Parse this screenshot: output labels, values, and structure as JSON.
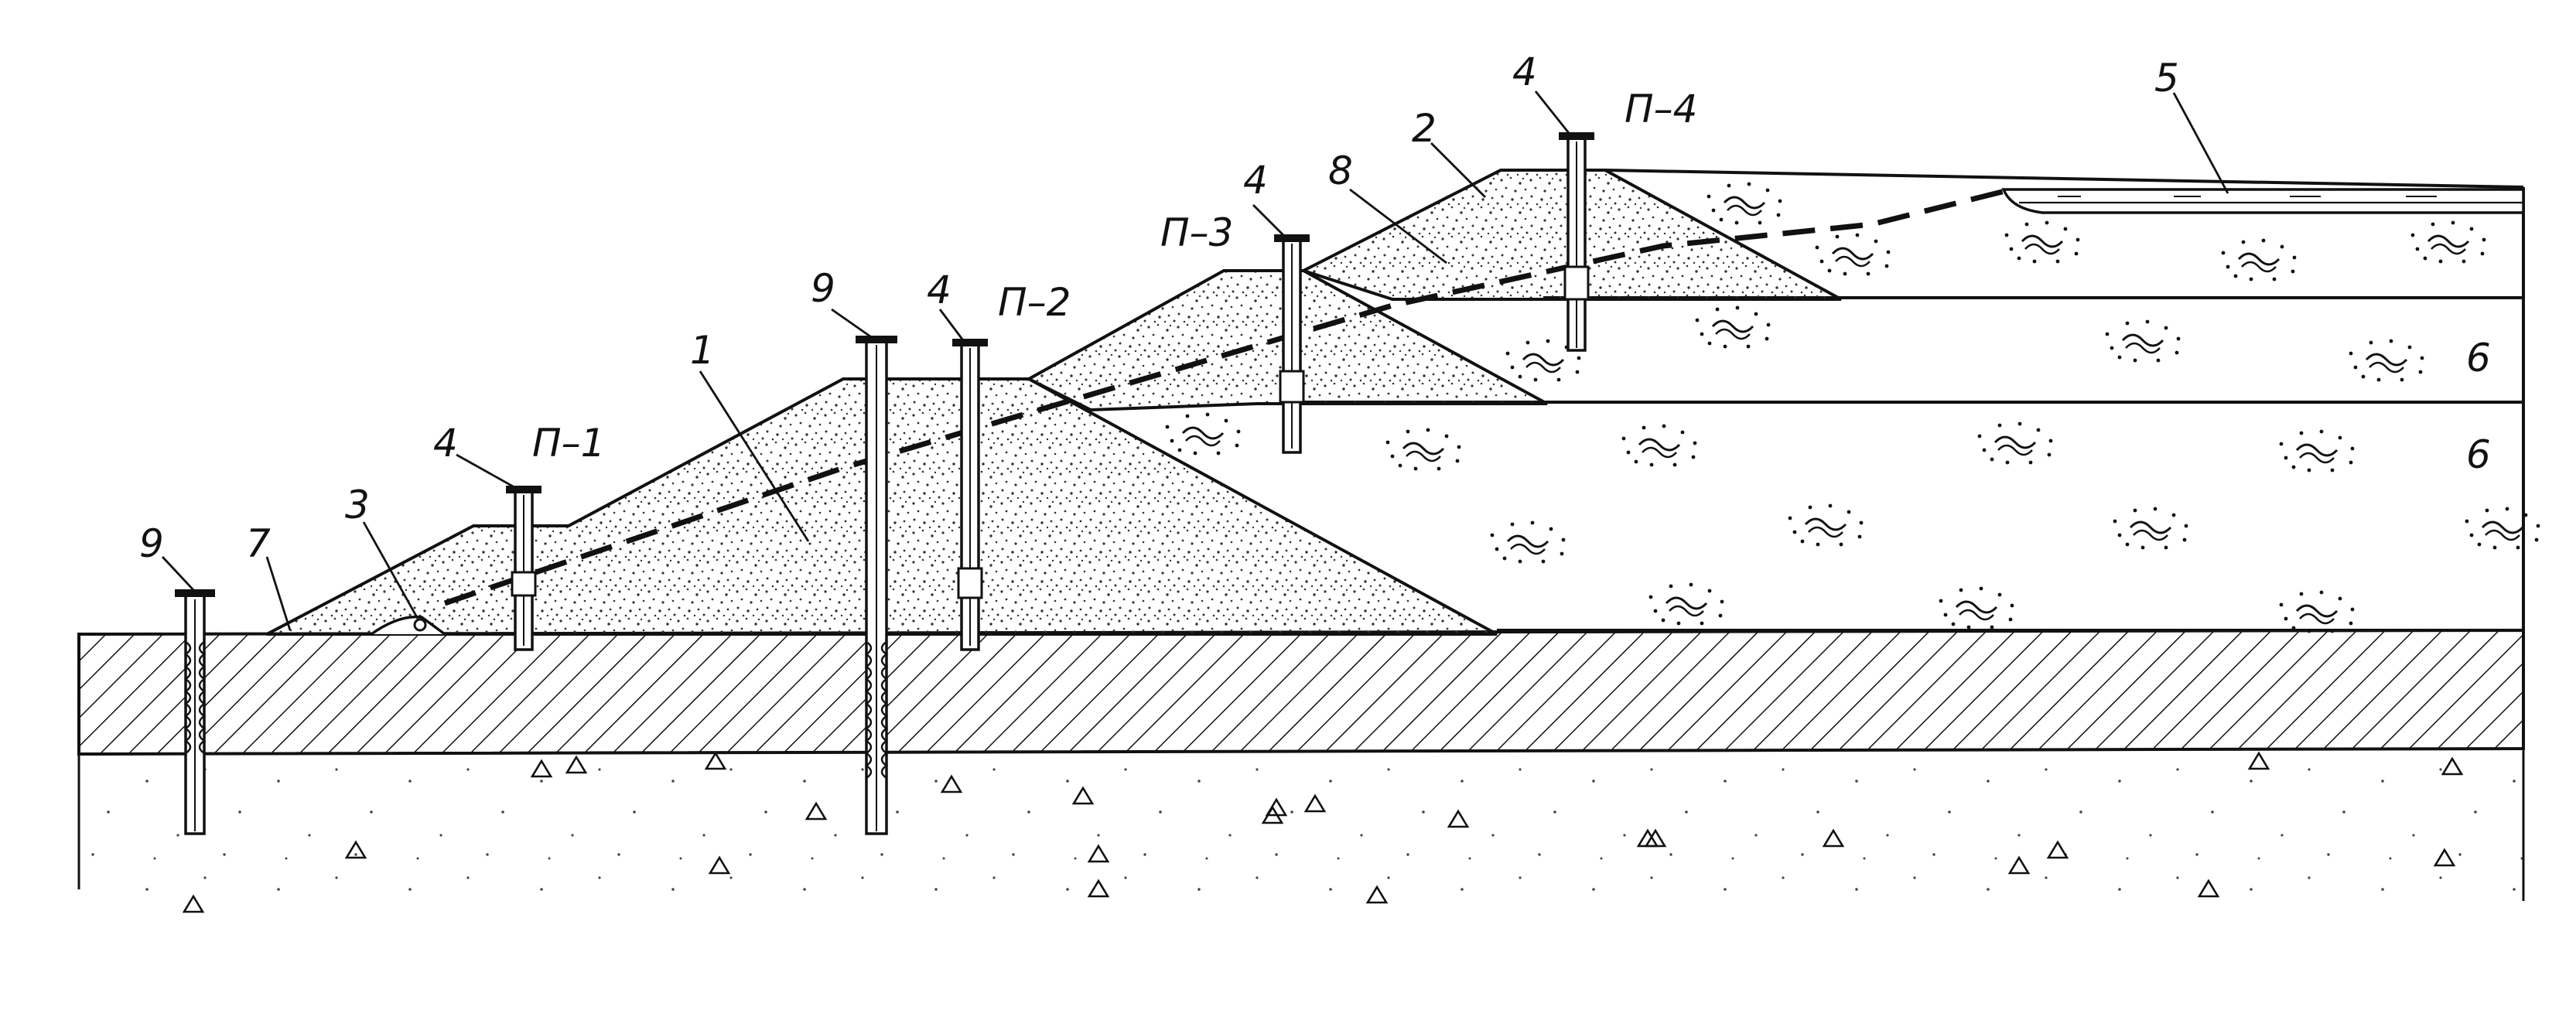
{
  "labels": {
    "dam": "1",
    "upper_dam": "2",
    "drain": "3",
    "piezometer": "4",
    "pond": "5",
    "tailings": "6",
    "clay_layer": "7",
    "filtration_curve": "8",
    "well": "9",
    "p1": "П–1",
    "p2": "П–2",
    "p3": "П–3",
    "p4": "П–4"
  }
}
